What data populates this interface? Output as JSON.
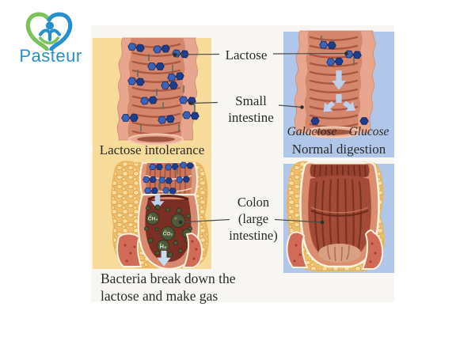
{
  "logo": {
    "text": "Pasteur",
    "blue": "#2590cb",
    "green": "#7cc25b"
  },
  "diagram": {
    "callouts": {
      "lactose": "Lactose",
      "small_line1": "Small",
      "small_line2": "intestine",
      "colon_line1": "Colon",
      "colon_line2": "(large",
      "colon_line3": "intestine)"
    },
    "top_left": {
      "caption": "Lactose intolerance"
    },
    "top_right": {
      "caption": "Normal digestion",
      "sugar_left": "Galactose",
      "sugar_right": "Glucose"
    },
    "bottom_left": {
      "caption_line1": "Bacteria break down the",
      "caption_line2": "lactose and make gas",
      "gas_labels": [
        "CH₄",
        "CO₂",
        "H₂"
      ]
    },
    "colors": {
      "panel_yellow": "#f6db9b",
      "panel_blue": "#b0c7e9",
      "backdrop": "#f7f6f3",
      "intestine_pink": "#e9a68e",
      "intestine_inner": "#d5876d",
      "colon_maroon": "#7b2e23",
      "fat_yellow": "#efbf6e",
      "molecule_navy": "#1c3e90",
      "molecule_blue": "#3c64b6",
      "arrow_blue": "#bcd2ec",
      "bacteria_olive": "#4e5939",
      "label_text": "#2b2b28"
    }
  }
}
